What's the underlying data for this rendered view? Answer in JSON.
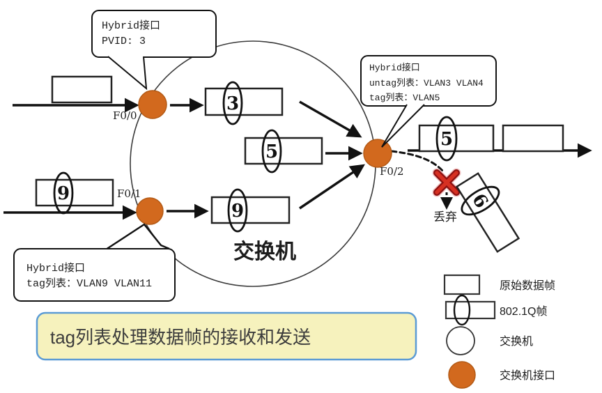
{
  "callouts": {
    "top_left": {
      "line1": "Hybrid接口",
      "line2": "PVID: 3"
    },
    "right": {
      "line1": "Hybrid接口",
      "line2": "untag列表：VLAN3 VLAN4",
      "line3": "tag列表：VLAN5"
    },
    "bottom_left": {
      "line1": "Hybrid接口",
      "line2": "tag列表：VLAN9  VLAN11"
    }
  },
  "switch": {
    "label": "交换机"
  },
  "ports": {
    "f00": "F0/0",
    "f01": "F0/1",
    "f02": "F0/2"
  },
  "frames": {
    "input_f01_tag": "9",
    "inner_vlan3": "3",
    "inner_vlan5": "5",
    "inner_vlan9": "9",
    "output_tag": "5",
    "dropped_tag": "6"
  },
  "drop": {
    "label": "丢弃"
  },
  "legend": {
    "items": [
      {
        "label": "原始数据帧"
      },
      {
        "label": "802.1Q帧"
      },
      {
        "label": "交换机"
      },
      {
        "label": "交换机接口"
      }
    ]
  },
  "caption": {
    "text": "tag列表处理数据帧的接收和发送"
  },
  "colors": {
    "port_orange": "#d2691e",
    "line_black": "#111111",
    "drop_red": "#d63022",
    "caption_bg": "#f6f2bd",
    "caption_border": "#5b9bd5"
  }
}
